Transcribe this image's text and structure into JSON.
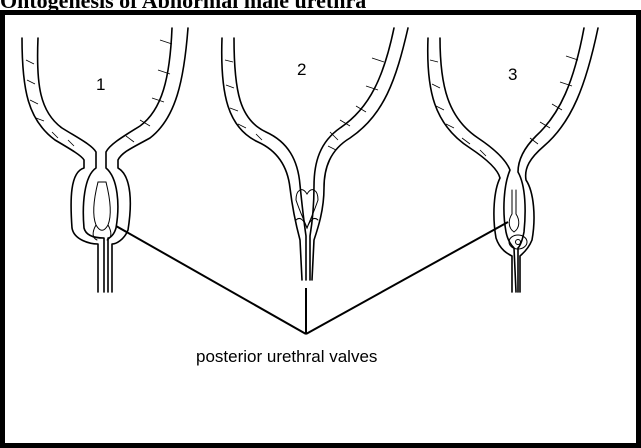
{
  "title": "Ontogenesis of Abnormal male urethra",
  "panels": [
    {
      "label": "1"
    },
    {
      "label": "2"
    },
    {
      "label": "3"
    }
  ],
  "caption": "posterior urethral valves",
  "colors": {
    "line": "#000000",
    "background": "#ffffff"
  }
}
